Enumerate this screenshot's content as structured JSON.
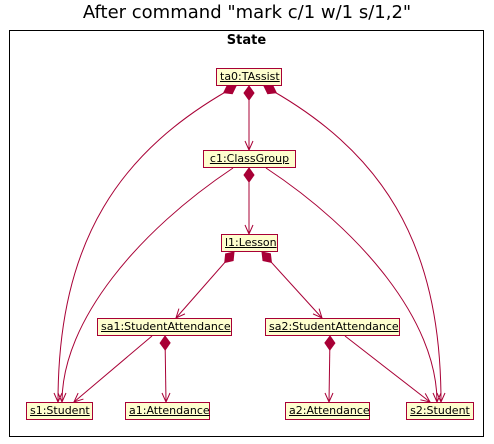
{
  "title": "After command \"mark c/1 w/1 s/1,2\"",
  "frame_label": "State",
  "line_color": "#A80036",
  "box_fill": "#FEFECE",
  "objects": {
    "ta0": "ta0:TAssist",
    "c1": "c1:ClassGroup",
    "l1": "l1:Lesson",
    "sa1": "sa1:StudentAttendance",
    "sa2": "sa2:StudentAttendance",
    "s1": "s1:Student",
    "a1": "a1:Attendance",
    "a2": "a2:Attendance",
    "s2": "s2:Student"
  },
  "relations": [
    {
      "from": "ta0",
      "to": "c1",
      "type": "composition"
    },
    {
      "from": "ta0",
      "to": "s1",
      "type": "composition"
    },
    {
      "from": "ta0",
      "to": "s2",
      "type": "composition"
    },
    {
      "from": "c1",
      "to": "l1",
      "type": "composition"
    },
    {
      "from": "c1",
      "to": "s1",
      "type": "association"
    },
    {
      "from": "c1",
      "to": "s2",
      "type": "association"
    },
    {
      "from": "l1",
      "to": "sa1",
      "type": "composition"
    },
    {
      "from": "l1",
      "to": "sa2",
      "type": "composition"
    },
    {
      "from": "sa1",
      "to": "s1",
      "type": "association"
    },
    {
      "from": "sa1",
      "to": "a1",
      "type": "composition"
    },
    {
      "from": "sa2",
      "to": "a2",
      "type": "composition"
    },
    {
      "from": "sa2",
      "to": "s2",
      "type": "association"
    }
  ]
}
